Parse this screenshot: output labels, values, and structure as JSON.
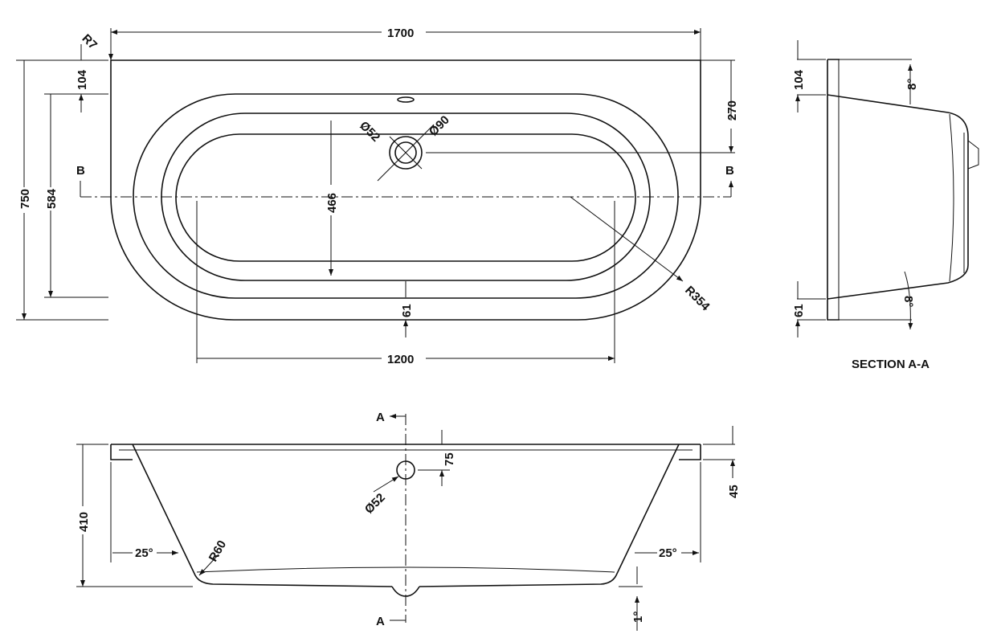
{
  "plan_view": {
    "width": "1700",
    "depth": "750",
    "rim_back": "104",
    "inner_depth": "584",
    "bowl_length": "1200",
    "bowl_width": "466",
    "rim_front": "61",
    "waste_depth_offset": "270",
    "corner_radius": "R7",
    "end_radius": "R354",
    "waste_dia": "Ø52",
    "waste_outer_dia": "Ø90",
    "section_b_left": "B",
    "section_b_right": "B"
  },
  "side_section": {
    "rim_back": "104",
    "rim_front": "61",
    "angle_top": "8°",
    "angle_bottom": "8°",
    "title": "SECTION A-A"
  },
  "front_view": {
    "height": "410",
    "overflow_offset": "75",
    "rim_height": "45",
    "overflow_dia": "Ø52",
    "angle_left": "25°",
    "angle_right": "25°",
    "base_radius": "R60",
    "floor_slope": "1°",
    "section_a_top": "A",
    "section_a_bottom": "A"
  }
}
